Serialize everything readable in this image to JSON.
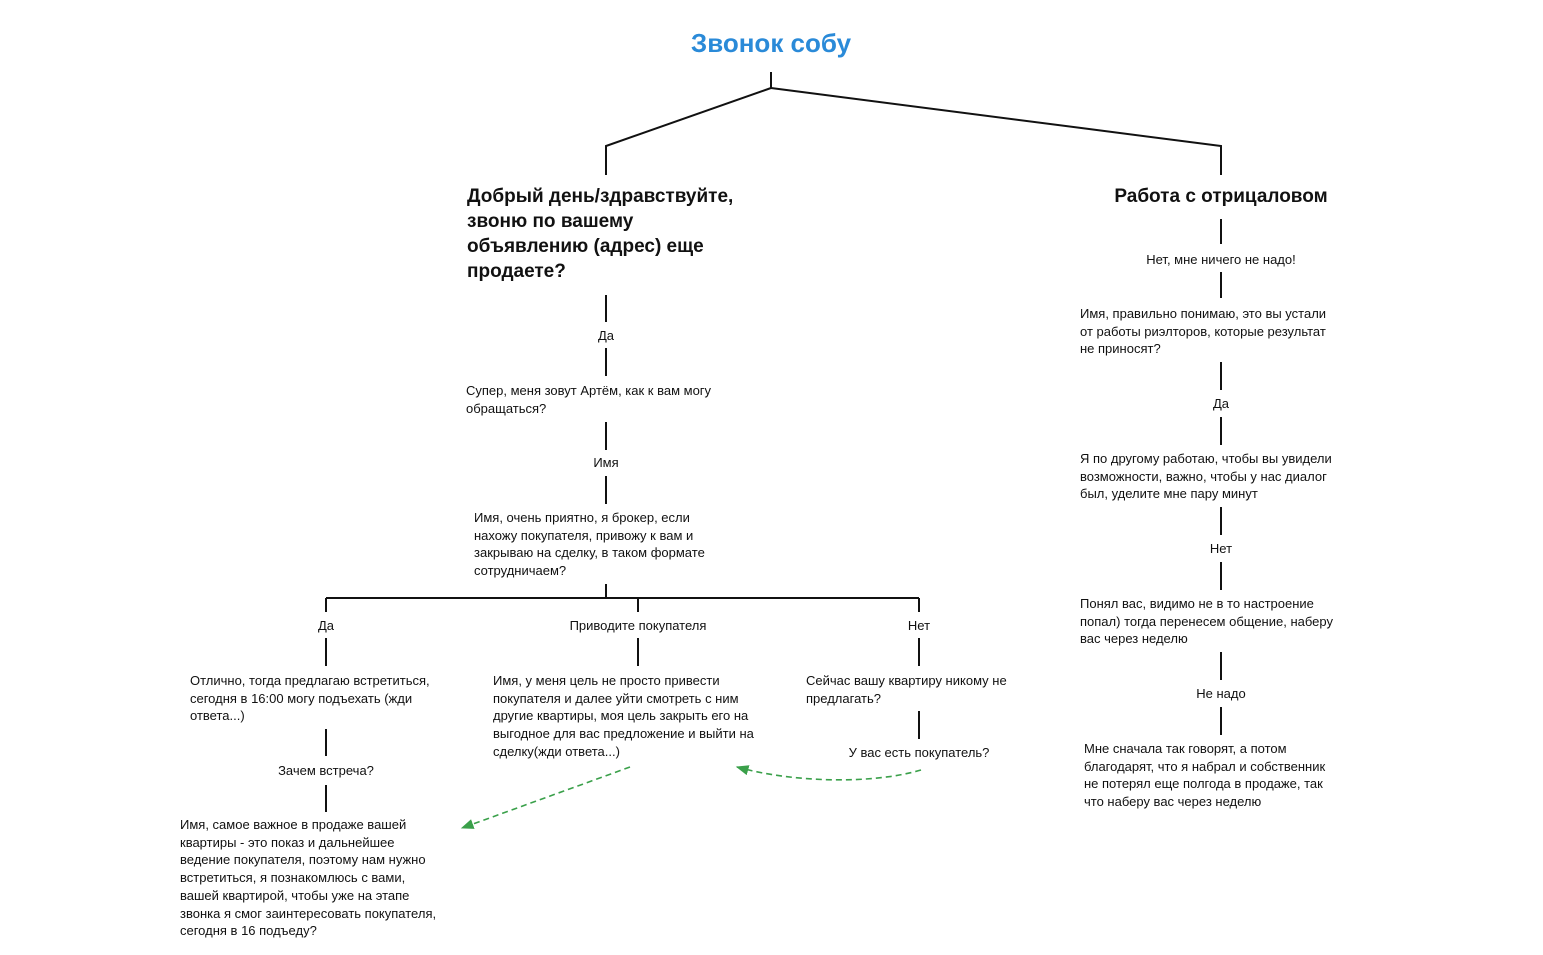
{
  "title": "Звонок собу",
  "left_branch": {
    "heading": "Добрый день/здравствуйте,\nзвоню по вашему\nобъявлению (адрес) еще\nпродаете?",
    "answer_yes": "Да",
    "intro": "Супер, меня зовут Артём, как к вам могу\nобращаться?",
    "answer_name": "Имя",
    "offer": "Имя, очень приятно, я брокер, если\nнахожу покупателя, привожу к вам и\nзакрываю на сделку, в таком формате\nсотрудничаем?",
    "options": {
      "yes": {
        "label": "Да",
        "reply": "Отлично, тогда предлагаю встретиться,\nсегодня в 16:00 могу подъехать (жди\nответа...)",
        "objection": "Зачем встреча?",
        "answer": "Имя, самое важное в продаже вашей\nквартиры - это показ и дальнейшее\nведение покупателя, поэтому нам нужно\nвстретиться, я познакомлюсь с вами,\nвашей квартирой, чтобы уже на этапе\nзвонка я смог заинтересовать покупателя,\nсегодня в 16 подъеду?"
      },
      "bring": {
        "label": "Приводите покупателя",
        "reply": "Имя, у меня цель не просто привести\nпокупателя и далее уйти смотреть с ним\nдругие квартиры, моя цель закрыть его на\nвыгодное для вас предложение и выйти на\nсделку(жди ответа...)"
      },
      "no": {
        "label": "Нет",
        "reply": "Сейчас вашу квартиру никому не\nпредлагать?",
        "followup": "У вас есть покупатель?"
      }
    }
  },
  "right_branch": {
    "heading": "Работа с отрицаловом",
    "objection": "Нет, мне ничего не надо!",
    "reply1": "Имя, правильно понимаю, это вы устали\nот работы риэлторов, которые результат\nне приносят?",
    "answer1": "Да",
    "reply2": "Я по другому работаю, чтобы вы увидели\nвозможности, важно, чтобы у нас диалог\nбыл, уделите мне пару минут",
    "answer2": "Нет",
    "reply3": "Понял вас, видимо не в то настроение\nпопал) тогда перенесем общение, наберу\nвас через неделю",
    "answer3": "Не надо",
    "reply4": "Мне сначала так говорят, а потом\nблагодарят, что я набрал и собственник\nне потерял еще полгода в продаже, так\nчто наберу вас через неделю"
  },
  "colors": {
    "title": "#2a8ad8",
    "line": "#111111",
    "arrow": "#3aa04a"
  }
}
